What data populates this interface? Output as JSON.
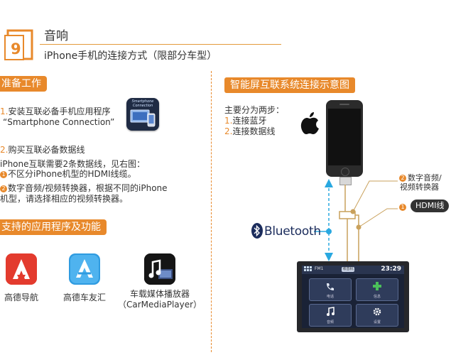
{
  "header": {
    "chapter_number": "9",
    "section_title": "音响",
    "subtitle": "iPhone手机的连接方式（限部分车型）"
  },
  "left": {
    "prep_tag": "准备工作",
    "step1_num": "1.",
    "step1_text": "安装互联必备手机应用程序",
    "step1_app": "“Smartphone Connection”",
    "app_icon_label": "Smartphone Connection",
    "step2_num": "2.",
    "step2_text": "购买互联必备数据线",
    "cable_intro": "iPhone互联需要2条数据线，见右图：",
    "cable1_num": "1",
    "cable1_text": "不区分iPhone机型的HDMI线缆。",
    "cable2_num": "2",
    "cable2_text_line1": "数字音频/视频转换器，根据不同的iPhone",
    "cable2_text_line2": "机型，请选择相应的视频转换器。",
    "apps_tag": "支持的应用程序及功能",
    "apps": [
      {
        "name": "高德导航"
      },
      {
        "name": "高德车友汇"
      },
      {
        "name": "车载媒体播放器",
        "name_line2": "（CarMediaPlayer）"
      }
    ]
  },
  "right": {
    "diagram_tag": "智能屏互联系统连接示意图",
    "note_title": "主要分为两步：",
    "note_step1_num": "1.",
    "note_step1": "连接蓝牙",
    "note_step2_num": "2.",
    "note_step2": "连接数据线",
    "bluetooth_label": "Bluetooth",
    "converter_num": "2",
    "converter_line1": "数字音频/",
    "converter_line2": "视频转换器",
    "hdmi_num": "1",
    "hdmi_label": "HDMI线",
    "head_unit": {
      "radio": "FM1",
      "pill": "收音机",
      "clock": "23:29",
      "tiles": [
        "电话",
        "信息",
        "音频",
        "设置"
      ]
    }
  },
  "colors": {
    "accent_orange": "#e8892b",
    "cable_line": "#c9a15c",
    "bluetooth_blue": "#29a8e0"
  }
}
